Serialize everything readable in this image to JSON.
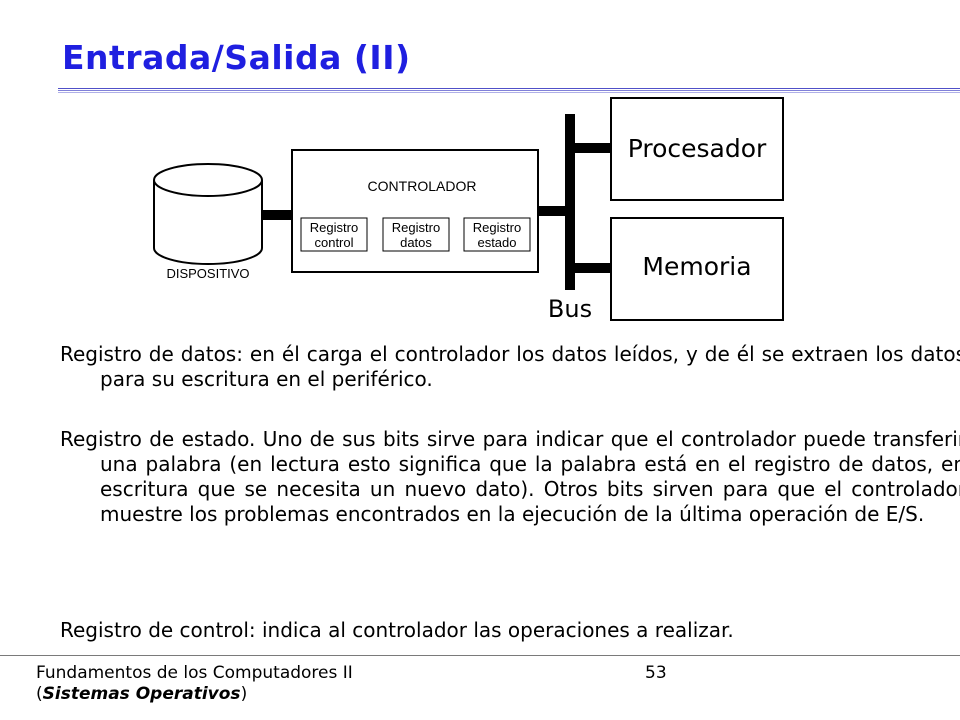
{
  "title": "Entrada/Salida (II)",
  "diagram": {
    "device_label": "DISPOSITIVO",
    "controller_label": "CONTROLADOR",
    "registers": [
      {
        "line1": "Registro",
        "line2": "control"
      },
      {
        "line1": "Registro",
        "line2": "datos"
      },
      {
        "line1": "Registro",
        "line2": "estado"
      }
    ],
    "processor_label": "Procesador",
    "memory_label": "Memoria",
    "bus_label": "Bus"
  },
  "paragraphs": [
    "Registro de datos: en él carga el controlador los datos leídos, y de él se extraen los datos para su escritura en el periférico.",
    "Registro de estado. Uno de sus bits sirve para indicar que el controlador puede transferir una palabra (en lectura esto significa que la palabra está en el registro de datos, en escritura que se necesita un nuevo dato). Otros bits sirven para que el controlador muestre los problemas encontrados en la ejecución de la última operación de E/S.",
    "Registro de control: indica al controlador las operaciones a realizar."
  ],
  "footer": {
    "course_line1": "Fundamentos de los Computadores II",
    "course_open": "(",
    "course_sub": "Sistemas Operativos",
    "course_close": ")",
    "page_number": "53"
  },
  "colors": {
    "title": "#1f1fe0"
  }
}
